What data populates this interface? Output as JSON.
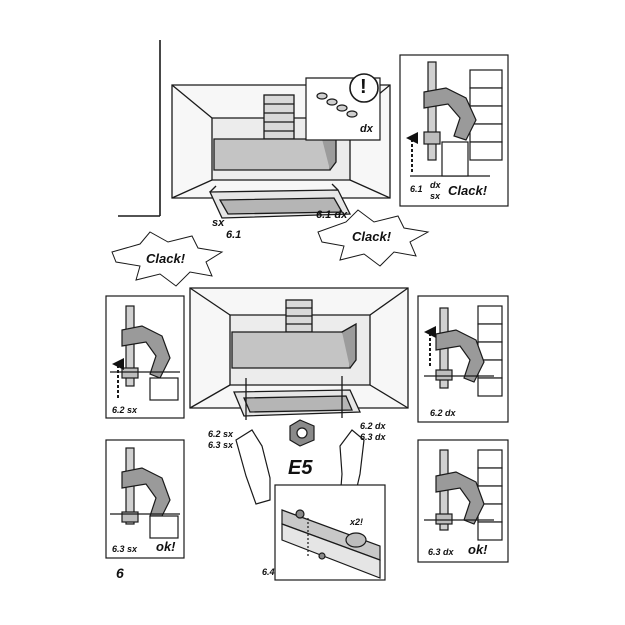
{
  "page_number": "6",
  "labels": {
    "sx": "sx",
    "dx": "dx",
    "step_6_1": "6.1",
    "step_6_1_dx": "6.1 dx",
    "step_6_1_dx_sx_a": "6.1",
    "step_6_1_dx_sx_b": "dx",
    "step_6_1_dx_sx_c": "sx",
    "step_6_2_sx": "6.2 sx",
    "step_6_2_dx": "6.2 dx",
    "step_6_3_sx": "6.3 sx",
    "step_6_3_dx": "6.3 dx",
    "step_6_4": "6.4",
    "bottom_left_a": "6.2 sx",
    "bottom_left_b": "6.3 sx",
    "bottom_right_a": "6.2 dx",
    "bottom_right_b": "6.3 dx",
    "e5": "E5",
    "x2": "x2!",
    "ok_left": "ok!",
    "ok_right": "ok!",
    "clack_left": "Clack!",
    "clack_center": "Clack!",
    "clack_top": "Clack!",
    "warning": "!"
  },
  "colors": {
    "line": "#1a1a1a",
    "panel_fill": "#ffffff",
    "hood_grey": "#bdbdbd",
    "hood_dark": "#8a8a8a",
    "bracket_grey": "#9a9a9a"
  }
}
